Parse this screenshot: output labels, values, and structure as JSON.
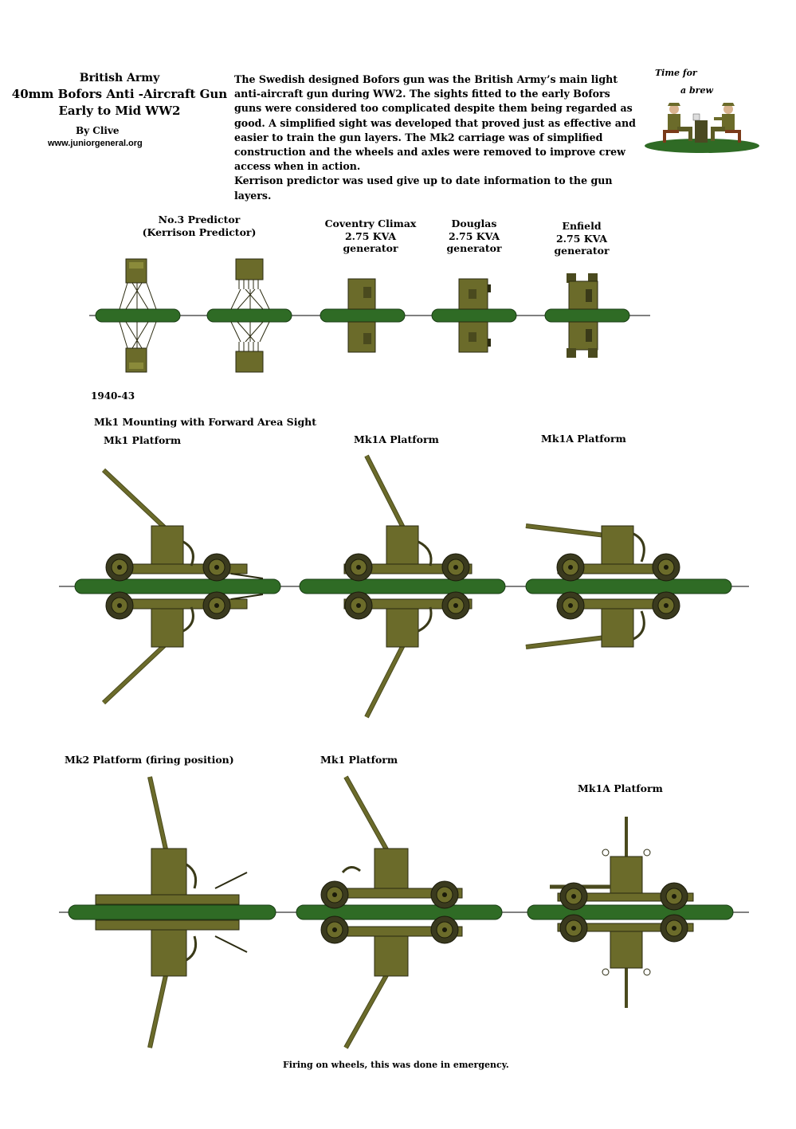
{
  "header": {
    "title_lines": [
      "British Army",
      "40mm Bofors Anti -Aircraft Gun",
      "Early to Mid WW2"
    ],
    "author": "By Clive",
    "url": "www.juniorgeneral.org"
  },
  "description": {
    "para1": "The Swedish designed Bofors gun was the British Army’s main light anti-aircraft gun during WW2. The sights fitted to the early Bofors guns were considered too complicated despite them being regarded as good. A simplified sight was developed that proved just as effective and easier to train the gun layers. The Mk2 carriage was of simplified construction and the wheels and axles were removed to improve crew access when in action.",
    "para2": "Kerrison predictor was used give up to date information to the gun layers."
  },
  "logo": {
    "line1": "Time for",
    "line2": "a brew"
  },
  "equipment": {
    "predictor_label": [
      "No.3 Predictor",
      "(Kerrison Predictor)"
    ],
    "coventry_label": [
      "Coventry Climax",
      "2.75 KVA",
      "generator"
    ],
    "douglas_label": [
      "Douglas",
      "2.75 KVA",
      "generator"
    ],
    "enfield_label": [
      "Enfield",
      "2.75 KVA",
      "generator"
    ]
  },
  "period": "1940-43",
  "section_title": "Mk1 Mounting  with Forward Area Sight",
  "row1": {
    "label1": "Mk1 Platform",
    "label2": "Mk1A Platform",
    "label3": "Mk1A Platform"
  },
  "row2": {
    "label1": "Mk2 Platform (firing position)",
    "label2": "Mk1 Platform",
    "label3": "Mk1A Platform"
  },
  "footnote": "Firing on wheels, this was done in emergency.",
  "colors": {
    "base_green": "#2f6b25",
    "olive": "#6b6b2a",
    "olive_light": "#8a8a3a",
    "olive_dark": "#3f3f1a",
    "wheel": "#3a3a1e"
  }
}
